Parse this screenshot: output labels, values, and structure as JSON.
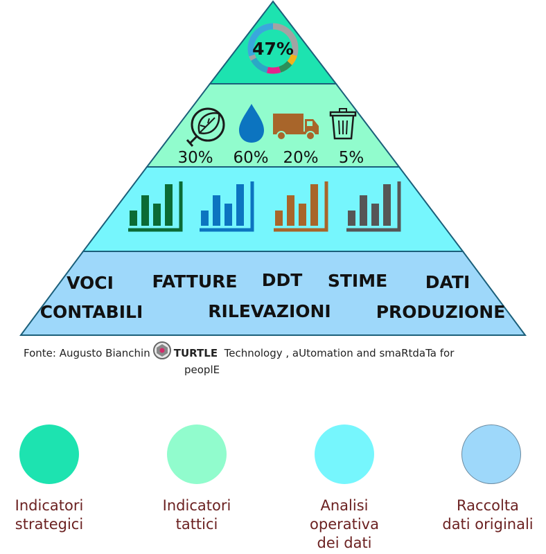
{
  "pyramid": {
    "top_percent": "47%",
    "tactical_percents": [
      "30%",
      "60%",
      "20%",
      "5%"
    ],
    "base_words": [
      "VOCI",
      "FATTURE",
      "DDT",
      "STIME",
      "DATI",
      "CONTABILI",
      "RILEVAZIONI",
      "PRODUZIONE"
    ],
    "colors": {
      "strategic": "#1de3b0",
      "tactical": "#91fccd",
      "operative": "#76f6fd",
      "raw": "#9ed8fa",
      "green": "#0b6b35",
      "blue": "#0c74c0",
      "brown": "#a8652a",
      "gray": "#565656"
    }
  },
  "source": {
    "prefix": "Fonte: Augusto Bianchin",
    "brand": "TURTLE",
    "suffix": "Technology , aUtomation and smaRtdaTa for",
    "line2": "peoplE"
  },
  "legend": [
    {
      "label_lines": [
        "Indicatori",
        "strategici"
      ],
      "color": "#1de3b0"
    },
    {
      "label_lines": [
        "Indicatori",
        "tattici"
      ],
      "color": "#91fccd"
    },
    {
      "label_lines": [
        "Analisi",
        "operativa",
        "dei dati"
      ],
      "color": "#76f6fd"
    },
    {
      "label_lines": [
        "Raccolta",
        "dati originali"
      ],
      "color": "#9ed8fa"
    }
  ],
  "icons": [
    "donut-chart-icon",
    "leaf-plug-icon",
    "water-drop-icon",
    "truck-icon",
    "trash-bin-icon",
    "bar-chart-icon"
  ]
}
